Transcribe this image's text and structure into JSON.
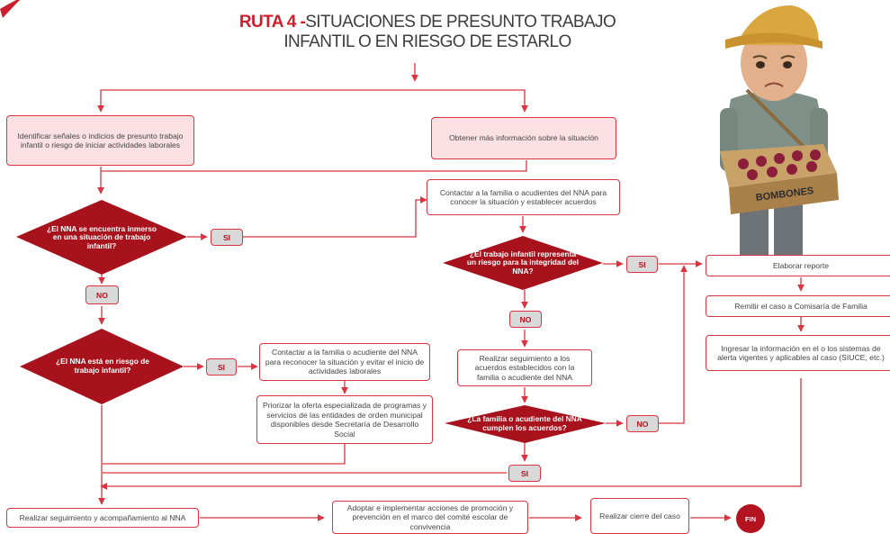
{
  "title": {
    "prefix": "RUTA 4 -",
    "line1": "SITUACIONES DE PRESUNTO TRABAJO",
    "line2": "INFANTIL O EN RIESGO DE ESTARLO"
  },
  "colors": {
    "accent": "#cc1f2b",
    "diamond": "#a8121c",
    "line": "#d9343f",
    "pink_fill": "#fbe1e4",
    "pill_fill": "#d9d9d9"
  },
  "nodes": {
    "identificar": "Identificar señales o indicios de presunto trabajo infantil o riesgo de iniciar actividades laborales",
    "obtener": "Obtener más información sobre la situación",
    "contactar_acuerdos": "Contactar a la familia o acudientes del NNA para conocer la situación y establecer acuerdos",
    "q_inmerso": "¿El NNA se encuentra inmerso en una situación de trabajo infantil?",
    "q_riesgo_integridad": "¿El trabajo infantil representa un riesgo para la integridad del NNA?",
    "q_riesgo": "¿El NNA está en riesgo de trabajo infantil?",
    "q_cumplen": "¿La familia o acudiente del NNA cumplen los acuerdos?",
    "contactar_evitar": "Contactar a la familia o acudiente del NNA para reconocer la situación y evitar el inicio de actividades laborales",
    "priorizar": "Priorizar la oferta especializada de programas y servicios de las entidades de orden municipal disponibles desde Secretaría de Desarrollo Social",
    "seguimiento_acuerdos": "Realizar seguimiento a los acuerdos establecidos con la familia o acudiente del NNA",
    "elaborar": "Elaborar reporte",
    "remitir": "Remitir el caso a Comisaría de Familia",
    "ingresar": "Ingresar la información en el o los sistemas de alerta vigentes y aplicables al caso (SIUCE, etc.)",
    "seguimiento_nna": "Realizar seguimiento y acompañamiento al NNA",
    "adoptar": "Adoptar e implementar acciones de promoción y prevención en el marco del comité escolar de convivencia",
    "cierre": "Realizar cierre del caso",
    "fin": "FIN"
  },
  "labels": {
    "si": "SI",
    "no": "NO"
  },
  "illustration": {
    "box_text": "BOMBONES"
  }
}
